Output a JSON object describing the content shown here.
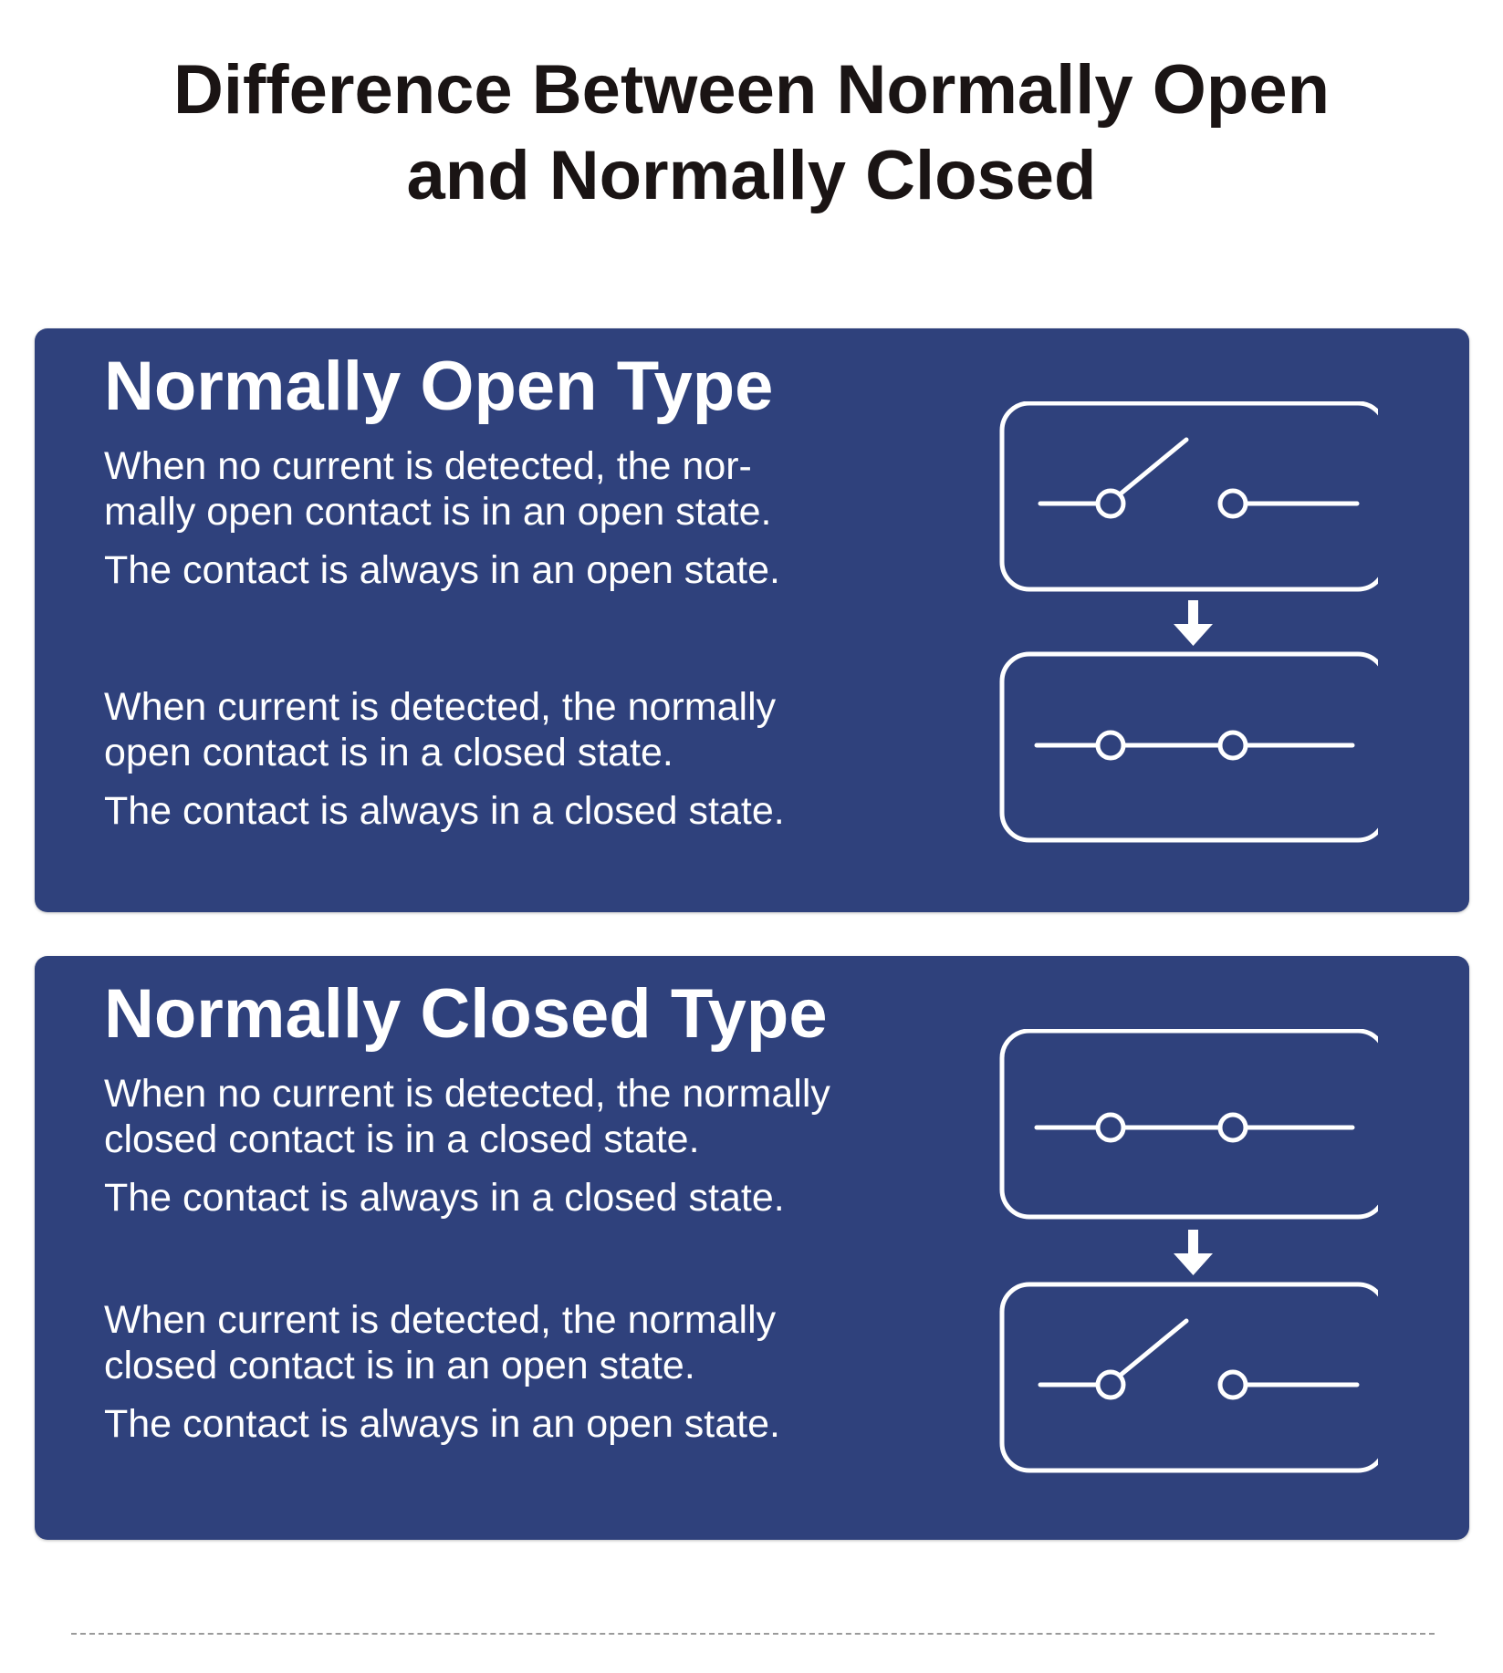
{
  "title": {
    "line1": "Difference Between Normally Open",
    "line2": "and Normally Closed"
  },
  "panels": {
    "normally_open": {
      "heading": "Normally Open Type",
      "no_current": {
        "line1": "When no current is detected, the nor-",
        "line2": "mally open contact is in an open state.",
        "line3": "The contact is always in an open state."
      },
      "current": {
        "line1": "When current is detected, the normally",
        "line2": "open contact is in a closed state.",
        "line3": "The contact is always in a closed state."
      }
    },
    "normally_closed": {
      "heading": "Normally Closed Type",
      "no_current": {
        "line1": "When no current is detected, the normally",
        "line2": "closed contact is in a closed state.",
        "line3": "The contact is always in a closed state."
      },
      "current": {
        "line1": "When current is detected, the normally",
        "line2": "closed contact is in an open state.",
        "line3": "The contact is always in an open state."
      }
    }
  },
  "colors": {
    "panel_background": "#2f417c",
    "panel_text": "#ffffff",
    "title_text": "#1a1414"
  },
  "icons": {
    "open_switch": "open-switch-icon",
    "closed_switch": "closed-switch-icon",
    "state_change_arrow": "arrow-down-icon"
  }
}
